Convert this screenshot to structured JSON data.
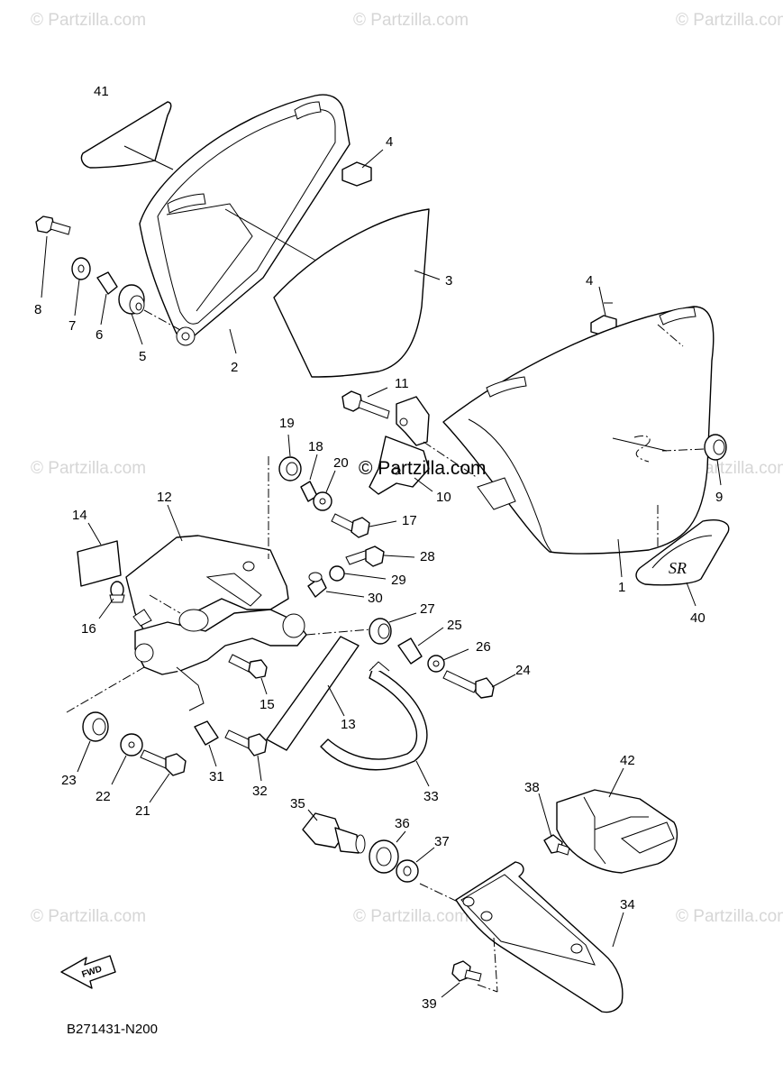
{
  "watermark": {
    "text": "© Partzilla.com",
    "center_text": "© Partzilla.com"
  },
  "diagram_code": "B271431-N200",
  "fwd_label": "FWD",
  "callouts": [
    "1",
    "2",
    "3",
    "4",
    "4",
    "5",
    "6",
    "7",
    "8",
    "9",
    "10",
    "11",
    "12",
    "13",
    "14",
    "15",
    "16",
    "17",
    "18",
    "19",
    "20",
    "21",
    "22",
    "23",
    "24",
    "25",
    "26",
    "27",
    "28",
    "29",
    "30",
    "31",
    "32",
    "33",
    "34",
    "35",
    "36",
    "37",
    "38",
    "39",
    "40",
    "41",
    "42"
  ],
  "colors": {
    "line": "#000000",
    "background": "#ffffff",
    "watermark": "#d6d6d6"
  }
}
